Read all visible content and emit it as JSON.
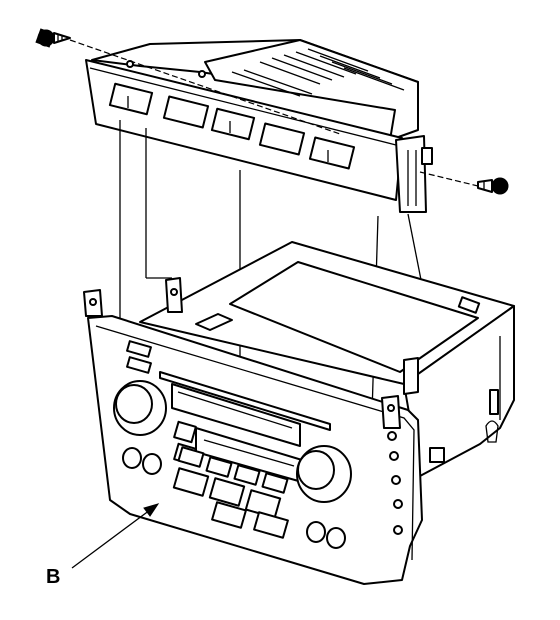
{
  "diagram": {
    "callout": {
      "label": "B"
    },
    "colors": {
      "line": "#000000",
      "background": "#ffffff"
    },
    "parts": [
      {
        "name": "upper-unit",
        "icon": "box-unit"
      },
      {
        "name": "lower-audio-unit",
        "icon": "radio-unit"
      },
      {
        "name": "mounting-screw",
        "icon": "screw-icon",
        "count": 2
      }
    ]
  }
}
